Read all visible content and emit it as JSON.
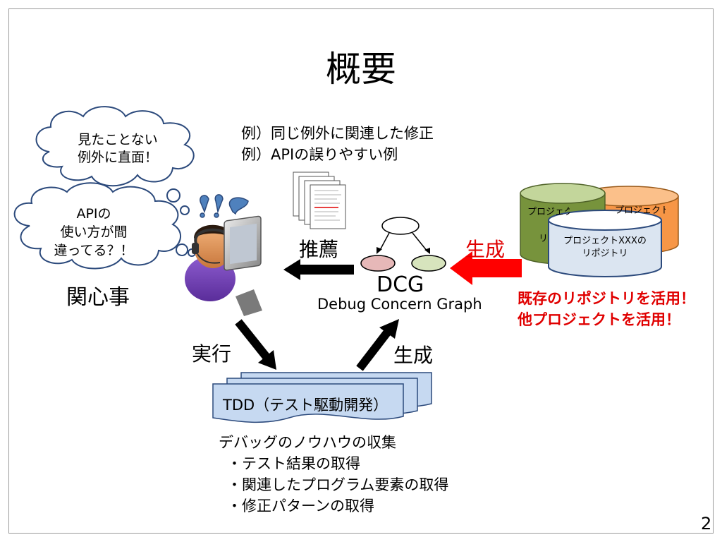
{
  "slide": {
    "title": "概要",
    "page_number": "2"
  },
  "concern_cloud_1": {
    "line1": "見たことない",
    "line2": "例外に直面！"
  },
  "concern_cloud_2": {
    "line1": "APIの",
    "line2": "使い方が間",
    "line3": "違ってる？！"
  },
  "concern_label": "関心事",
  "examples": {
    "line1": "例）同じ例外に関連した修正",
    "line2": "例）APIの誤りやすい例"
  },
  "recommend_label": "推薦",
  "generate_label_right": "生成",
  "dcg": {
    "acronym": "DCG",
    "full_name": "Debug Concern Graph"
  },
  "repositories": {
    "back_left": "プロジェクト",
    "back_left_partial": "リ",
    "back_right": "プロジェクト",
    "front_line1": "プロジェクトXXXの",
    "front_line2": "リポジトリ"
  },
  "reuse_note": {
    "line1": "既存のリポジトリを活用！",
    "line2": "他プロジェクトを活用！",
    "color": "#e00000"
  },
  "execute_label": "実行",
  "generate_label_bottom": "生成",
  "tdd_label": "TDD（テスト駆動開発）",
  "collection": {
    "heading": "デバッグのノウハウの収集",
    "items": [
      "・テスト結果の取得",
      "・関連したプログラム要素の取得",
      "・修正パターンの取得"
    ]
  },
  "colors": {
    "node_pink": "#e6b8b8",
    "node_green": "#d7e4bd",
    "repo_green": "#77933c",
    "repo_orange": "#f79646",
    "repo_front": "#dbe5f1",
    "tdd_fill": "#c6d9f1",
    "arrow_red": "#ff0000"
  }
}
